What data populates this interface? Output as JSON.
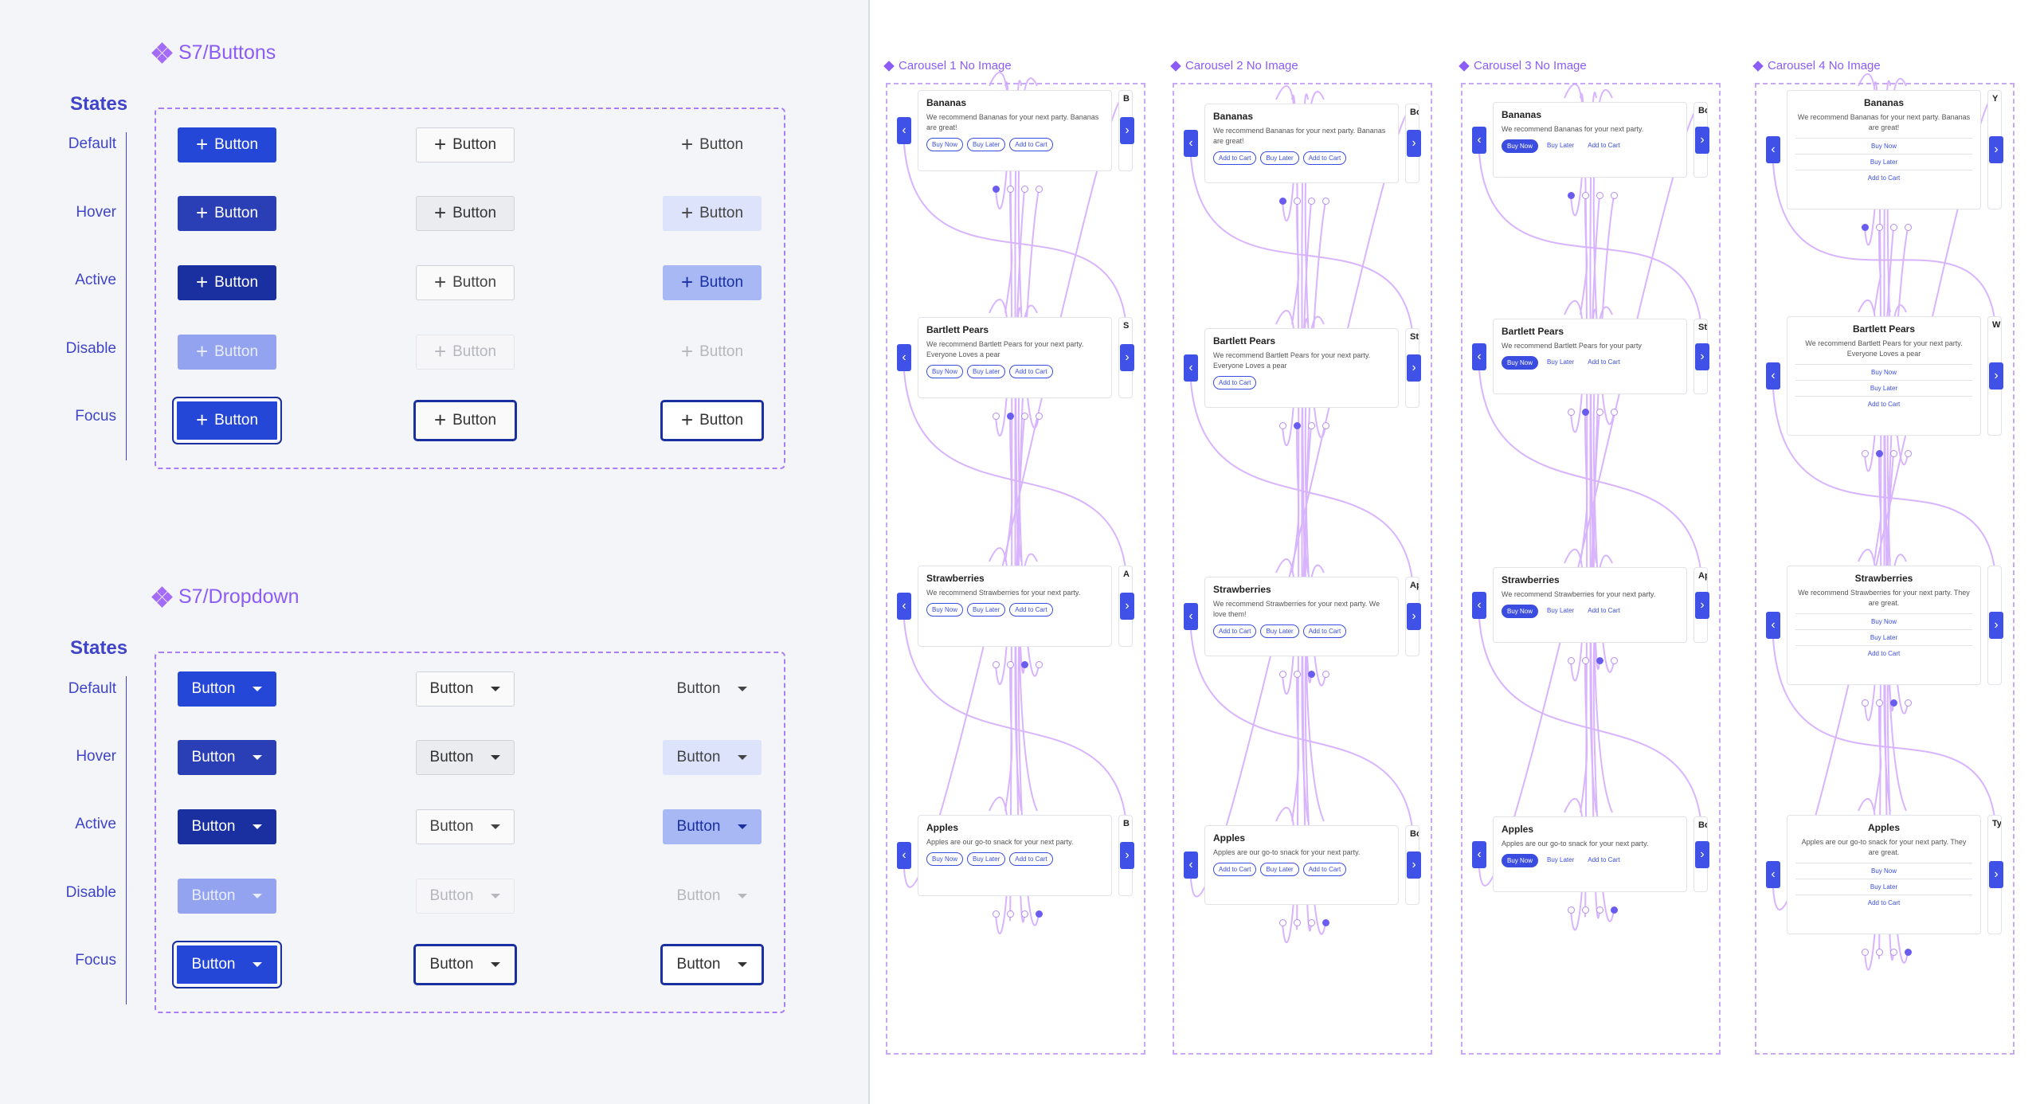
{
  "buttons_section": {
    "title": "S7/Buttons",
    "states_heading": "States",
    "states": [
      "Default",
      "Hover",
      "Active",
      "Disable",
      "Focus"
    ],
    "button_label": "Button",
    "icon": "plus-icon"
  },
  "dropdown_section": {
    "title": "S7/Dropdown",
    "states_heading": "States",
    "states": [
      "Default",
      "Hover",
      "Active",
      "Disable",
      "Focus"
    ],
    "button_label": "Button",
    "icon": "caret-down-icon"
  },
  "colors": {
    "primary": "#2447d8",
    "primary_active": "#1a2fa0",
    "primary_disabled": "#93a3ef",
    "accent_purple": "#8b5cf6",
    "wire": "#d8b4fe"
  },
  "carousels": [
    {
      "title": "Carousel 1 No Image",
      "style": "outline",
      "cards": [
        {
          "title": "Bananas",
          "desc": "We recommend Bananas for your next party. Bananas are great!",
          "actions": [
            "Buy Now",
            "Buy Later",
            "Add to Cart"
          ],
          "peek": "B"
        },
        {
          "title": "Bartlett Pears",
          "desc": "We recommend Bartlett Pears for your next party.  Everyone Loves a pear",
          "actions": [
            "Buy Now",
            "Buy Later",
            "Add to Cart"
          ],
          "peek": "S"
        },
        {
          "title": "Strawberries",
          "desc": "We recommend Strawberries for your next party.",
          "actions": [
            "Buy Now",
            "Buy Later",
            "Add to Cart"
          ],
          "peek": "A"
        },
        {
          "title": "Apples",
          "desc": "Apples are our go-to snack for your next party.",
          "actions": [
            "Buy Now",
            "Buy Later",
            "Add to Cart"
          ],
          "peek": "B"
        }
      ]
    },
    {
      "title": "Carousel 2 No Image",
      "style": "outline",
      "cards": [
        {
          "title": "Bananas",
          "desc": "We recommend Bananas for your next party. Bananas are great!",
          "actions": [
            "Add to Cart",
            "Buy Later",
            "Add to Cart"
          ],
          "peek": "Bo"
        },
        {
          "title": "Bartlett Pears",
          "desc": "We recommend Bartlett Pears for your next party.  Everyone Loves a pear",
          "actions": [
            "Add to Cart"
          ],
          "peek": "Str"
        },
        {
          "title": "Strawberries",
          "desc": "We recommend Strawberries for your next party. We love them!",
          "actions": [
            "Add to Cart",
            "Buy Later",
            "Add to Cart"
          ],
          "peek": "Ap"
        },
        {
          "title": "Apples",
          "desc": "Apples are our go-to snack for your next party.",
          "actions": [
            "Add to Cart",
            "Buy Later",
            "Add to Cart"
          ],
          "peek": "Bo"
        }
      ]
    },
    {
      "title": "Carousel 3 No Image",
      "style": "filled",
      "cards": [
        {
          "title": "Bananas",
          "desc": "We recommend Bananas for your next party.",
          "actions": [
            "Buy Now",
            "Buy Later",
            "Add to Cart"
          ],
          "peek": "Bo"
        },
        {
          "title": "Bartlett Pears",
          "desc": "We recommend Bartlett Pears for your party",
          "actions": [
            "Buy Now",
            "Buy Later",
            "Add to Cart"
          ],
          "peek": "St"
        },
        {
          "title": "Strawberries",
          "desc": "We recommend Strawberries for your next party.",
          "actions": [
            "Buy Now",
            "Buy Later",
            "Add to Cart"
          ],
          "peek": "Ap"
        },
        {
          "title": "Apples",
          "desc": "Apples are our go-to snack for your next party.",
          "actions": [
            "Buy Now",
            "Buy Later",
            "Add to Cart"
          ],
          "peek": "Bo"
        }
      ]
    },
    {
      "title": "Carousel 4 No Image",
      "style": "stacked",
      "cards": [
        {
          "title": "Bananas",
          "desc": "We recommend Bananas for your next party. Bananas are great!",
          "actions": [
            "Buy Now",
            "Buy Later",
            "Add to Cart"
          ],
          "peek": "Y"
        },
        {
          "title": "Bartlett Pears",
          "desc": "We recommend Bartlett Pears for your next party.  Everyone Loves a pear",
          "actions": [
            "Buy Now",
            "Buy Later",
            "Add to Cart"
          ],
          "peek": "W"
        },
        {
          "title": "Strawberries",
          "desc": "We recommend Strawberries for your next party. They are great.",
          "actions": [
            "Buy Now",
            "Buy Later",
            "Add to Cart"
          ],
          "peek": ""
        },
        {
          "title": "Apples",
          "desc": "Apples are our go-to snack for your next party. They are great.",
          "actions": [
            "Buy Now",
            "Buy Later",
            "Add to Cart"
          ],
          "peek": "Ty"
        }
      ]
    }
  ]
}
